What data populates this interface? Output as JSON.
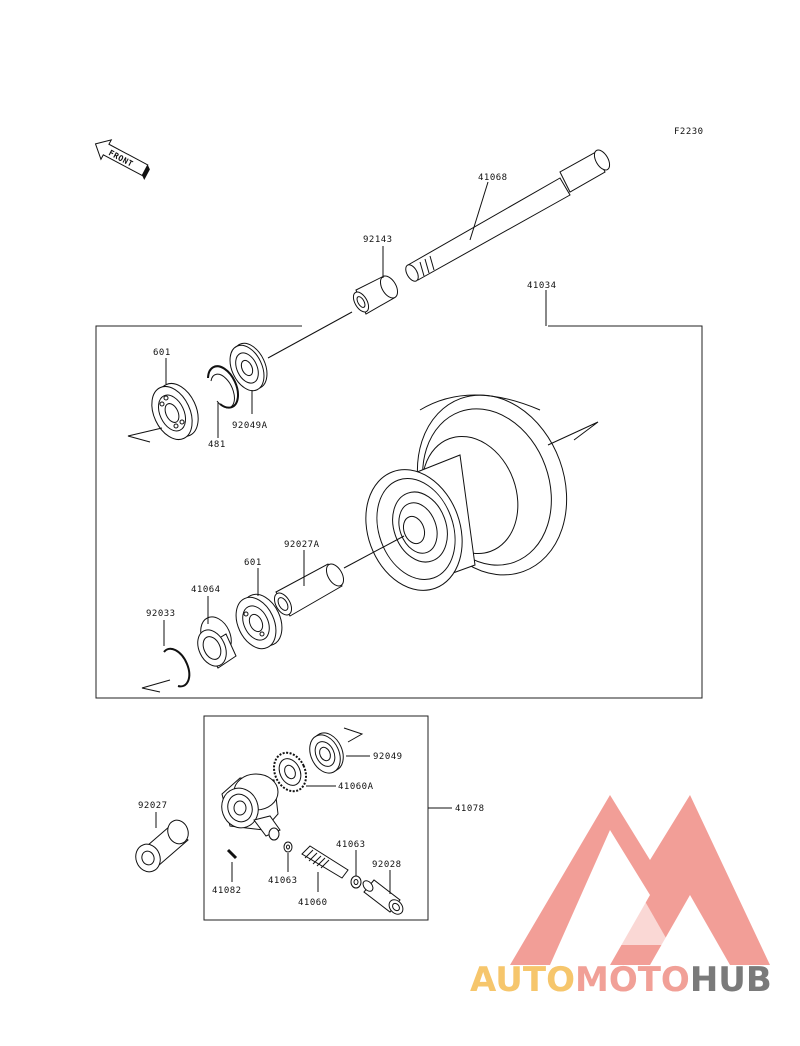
{
  "figure_code": "F2230",
  "front_label": "FRONT",
  "callouts": {
    "p41068": "41068",
    "p92143": "92143",
    "p41034": "41034",
    "p601_top": "601",
    "p481": "481",
    "p92049a": "92049A",
    "p92027a": "92027A",
    "p601_bottom": "601",
    "p41064": "41064",
    "p92033": "92033",
    "p92049": "92049",
    "p41060a": "41060A",
    "p41078": "41078",
    "p92027": "92027",
    "p41063_right": "41063",
    "p92028": "92028",
    "p41082": "41082",
    "p41063_left": "41063",
    "p41060": "41060"
  },
  "watermark": {
    "part1": "AUTO",
    "part2": "MOTO",
    "part3": "HUB",
    "colors": {
      "yellow": "#f6c66c",
      "red": "#f1a097",
      "gray": "#7a7a7a"
    }
  }
}
